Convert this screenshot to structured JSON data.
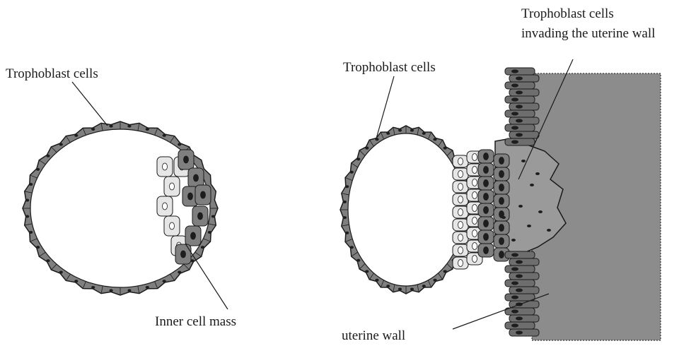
{
  "labels": {
    "left_trophoblast": "Trophoblast cells",
    "inner_cell_mass": "Inner cell mass",
    "right_trophoblast": "Trophoblast cells",
    "invading_line1": "Trophoblast cells",
    "invading_line2": "invading the uterine wall",
    "uterine_wall": "uterine wall"
  },
  "colors": {
    "trophoblast": "#7f7f7f",
    "inner_mass": "#e6e6e6",
    "uterine_tissue": "#8c8c8c",
    "wall_cells": "#6e6e6e",
    "nucleus": "#1e1e1e",
    "outline": "#1a1a1a"
  }
}
